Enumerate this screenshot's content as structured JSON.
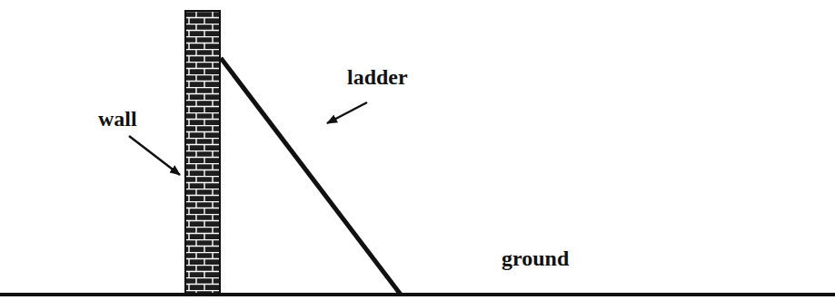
{
  "diagram": {
    "labels": [
      "wall",
      "ladder",
      "ground"
    ]
  }
}
